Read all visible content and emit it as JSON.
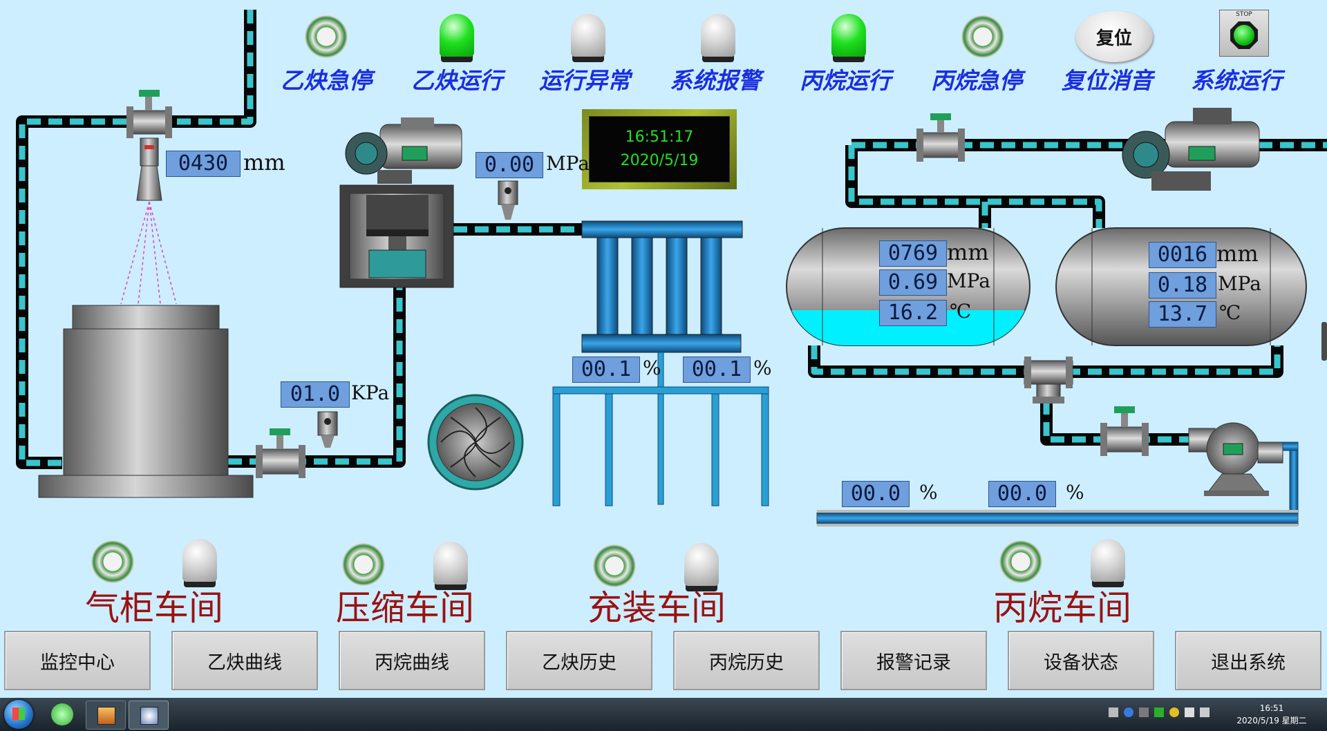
{
  "indicators": [
    {
      "type": "ring",
      "label": "乙炔急停"
    },
    {
      "type": "lamp",
      "state": "on",
      "label": "乙炔运行"
    },
    {
      "type": "lamp",
      "state": "off",
      "label": "运行异常"
    },
    {
      "type": "lamp",
      "state": "off",
      "label": "系统报警"
    },
    {
      "type": "lamp",
      "state": "on",
      "label": "丙烷运行"
    },
    {
      "type": "ring",
      "label": "丙烷急停"
    },
    {
      "type": "button",
      "label": "复位消音",
      "button_text": "复位"
    },
    {
      "type": "stop",
      "label": "系统运行",
      "badge": "STOP"
    }
  ],
  "clock": {
    "time": "16:51:17",
    "date": "2020/5/19"
  },
  "readings": {
    "gas_level": {
      "value": "0430",
      "unit": "mm"
    },
    "compressor_pressure": {
      "value": "0.00",
      "unit": "MPa"
    },
    "inlet_pressure": {
      "value": "01.0",
      "unit": "KPa"
    },
    "fill_left": {
      "value": "00.1",
      "unit": "%"
    },
    "fill_right": {
      "value": "00.1",
      "unit": "%"
    },
    "tank1": {
      "level": "0769",
      "level_unit": "mm",
      "pressure": "0.69",
      "pressure_unit": "MPa",
      "temp": "16.2",
      "temp_unit": "℃"
    },
    "tank2": {
      "level": "0016",
      "level_unit": "mm",
      "pressure": "0.18",
      "pressure_unit": "MPa",
      "temp": "13.7",
      "temp_unit": "℃"
    },
    "propane_fill_left": {
      "value": "00.0",
      "unit": "%"
    },
    "propane_fill_right": {
      "value": "00.0",
      "unit": "%"
    },
    "tank1_fill_fraction": 0.3,
    "tank2_fill_fraction": 0.0
  },
  "workshops": [
    {
      "name": "气柜车间"
    },
    {
      "name": "压缩车间"
    },
    {
      "name": "充装车间"
    },
    {
      "name": "丙烷车间"
    }
  ],
  "nav_buttons": [
    "监控中心",
    "乙炔曲线",
    "丙烷曲线",
    "乙炔历史",
    "丙烷历史",
    "报警记录",
    "设备状态",
    "退出系统"
  ],
  "taskbar": {
    "time": "16:51",
    "date": "2020/5/19 星期二"
  },
  "colors": {
    "background": "#cdeeff",
    "pipe_dash": "#3ac4cc",
    "lamp_on": "#1fe01f",
    "label_blue": "#1a2ee0",
    "workshop_red": "#9a1212",
    "value_box": "#6f9fdc"
  }
}
